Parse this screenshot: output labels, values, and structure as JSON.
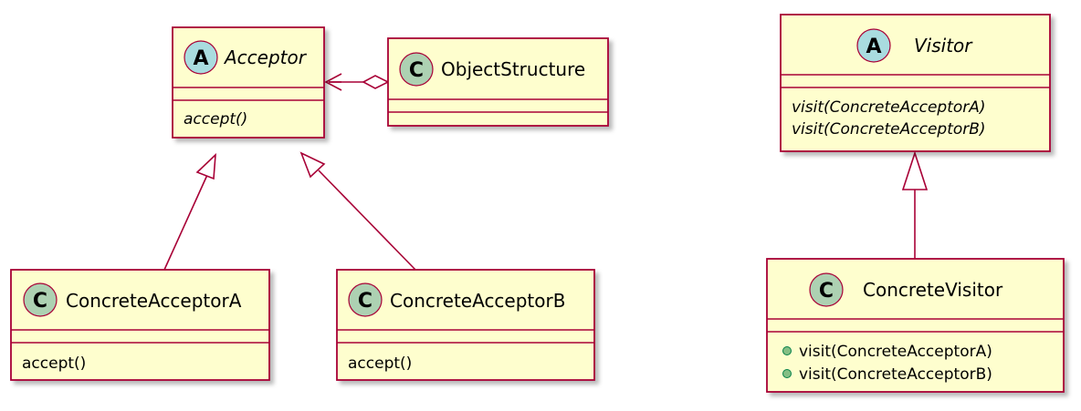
{
  "colors": {
    "box_fill": "#FEFECE",
    "border": "#A80036",
    "badge_abstract": "#A9DCDF",
    "badge_class": "#ADD1B2",
    "public_dot": "#84BE84"
  },
  "classes": {
    "acceptor": {
      "badge": "A",
      "name": "Acceptor",
      "methods": [
        "accept()"
      ]
    },
    "object_structure": {
      "badge": "C",
      "name": "ObjectStructure"
    },
    "concrete_acceptor_a": {
      "badge": "C",
      "name": "ConcreteAcceptorA",
      "methods": [
        "accept()"
      ]
    },
    "concrete_acceptor_b": {
      "badge": "C",
      "name": "ConcreteAcceptorB",
      "methods": [
        "accept()"
      ]
    },
    "visitor": {
      "badge": "A",
      "name": "Visitor",
      "methods": [
        "visit(ConcreteAcceptorA)",
        "visit(ConcreteAcceptorB)"
      ]
    },
    "concrete_visitor": {
      "badge": "C",
      "name": "ConcreteVisitor",
      "methods": [
        "visit(ConcreteAcceptorA)",
        "visit(ConcreteAcceptorB)"
      ]
    }
  }
}
